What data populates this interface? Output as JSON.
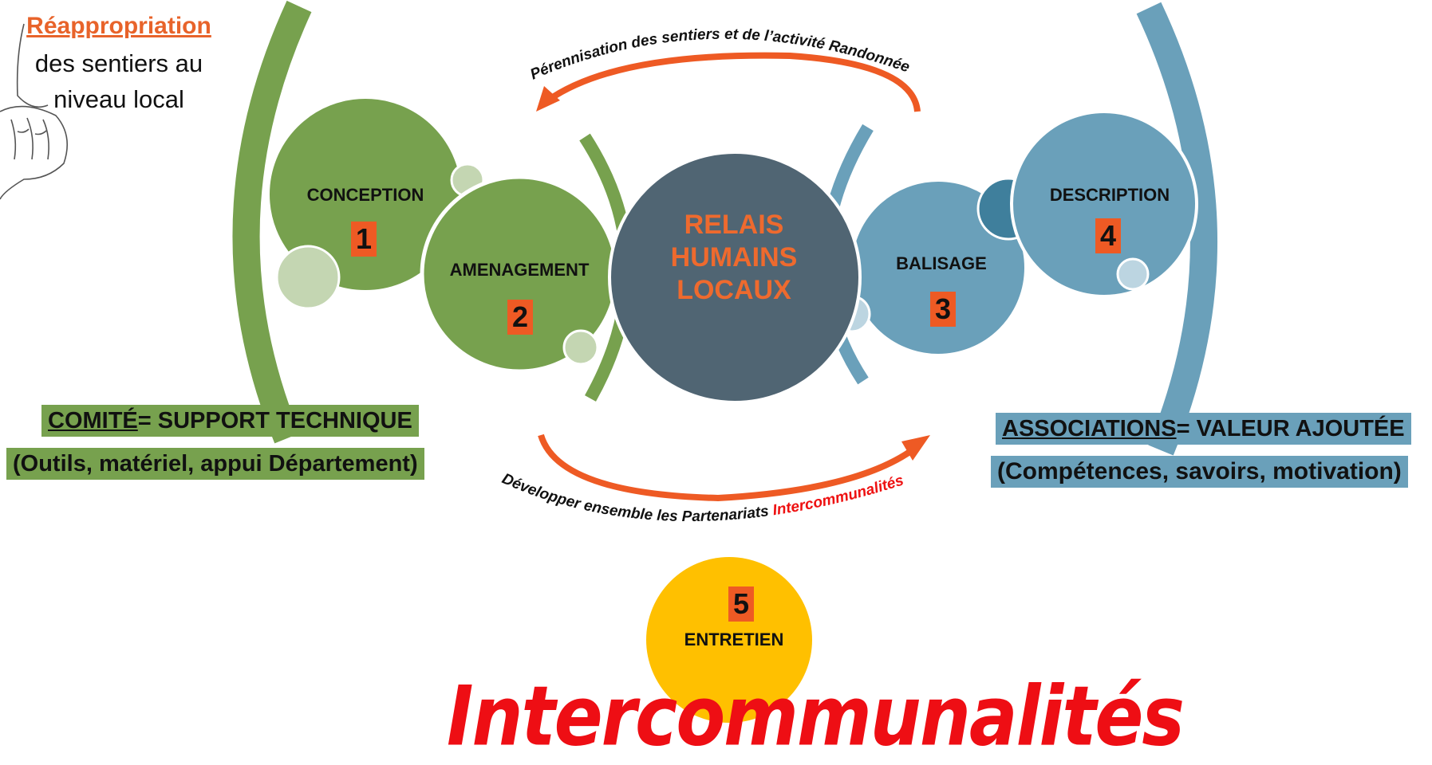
{
  "note": {
    "title": "Réappropriation",
    "line1": "des sentiers au",
    "line2": "niveau local"
  },
  "steps": [
    {
      "label": "CONCEPTION",
      "number": "1"
    },
    {
      "label": "AMENAGEMENT",
      "number": "2"
    },
    {
      "label": "BALISAGE",
      "number": "3"
    },
    {
      "label": "DESCRIPTION",
      "number": "4"
    },
    {
      "label": "ENTRETIEN",
      "number": "5"
    }
  ],
  "center": {
    "line1": "RELAIS",
    "line2": "HUMAINS",
    "line3": "LOCAUX"
  },
  "arrows": {
    "top": "Pérennisation des sentiers et de l’activité Randonnée",
    "bottom_main": "Développer ensemble les Partenariats ",
    "bottom_accent": "Intercommunalités"
  },
  "comite": {
    "head_underlined": "COMITÉ",
    "head_rest": "= SUPPORT TECHNIQUE",
    "sub": "(Outils, matériel, appui Département)"
  },
  "associations": {
    "head_underlined": "ASSOCIATIONS",
    "head_rest": "= VALEUR AJOUTÉE",
    "sub": "(Compétences, savoirs, motivation)"
  },
  "footer": {
    "word": "Intercommunalités"
  },
  "colors": {
    "green": "#77a14e",
    "blue": "#6aa0ba",
    "slate": "#506573",
    "orange": "#ee5a24",
    "yellow": "#ffc000",
    "red": "#ee0e14"
  }
}
